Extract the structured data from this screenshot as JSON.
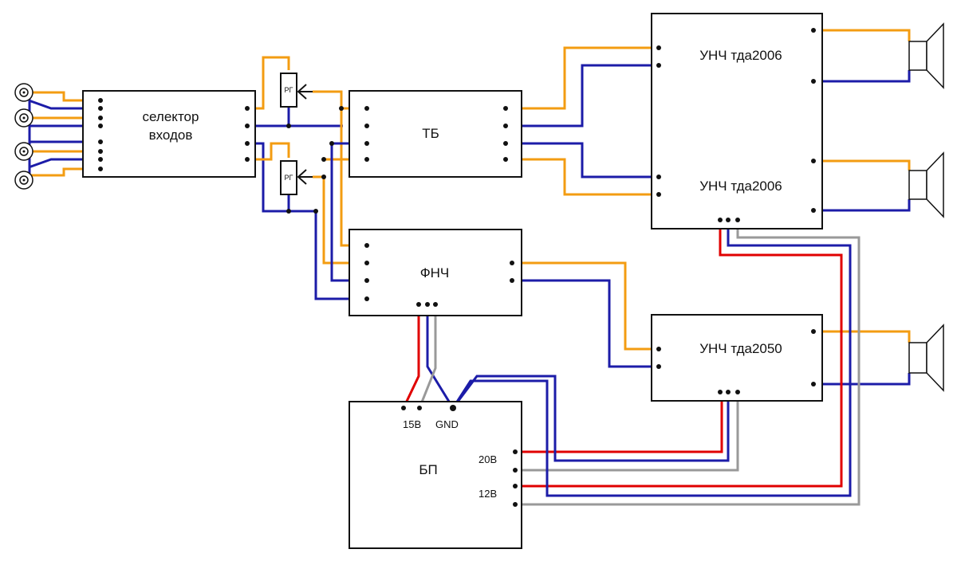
{
  "blocks": {
    "selector": {
      "line1": "селектор",
      "line2": "входов"
    },
    "tone": "ТБ",
    "lpf": "ФНЧ",
    "amp1": "УНЧ тда2006",
    "amp2": "УНЧ тда2006",
    "amp3": "УНЧ тда2050",
    "psu": "БП"
  },
  "pots": {
    "top": "РГ",
    "bottom": "РГ"
  },
  "psu_terminals": {
    "v15": "15В",
    "gnd": "GND",
    "v20": "20В",
    "v12": "12В"
  },
  "colors": {
    "signal_left": "#f39c12",
    "signal_right": "#1c1ca8",
    "power_positive": "#e00000",
    "power_return": "#999999",
    "outline": "#111111"
  },
  "icons": [
    "rca-jack-icon",
    "speaker-icon"
  ]
}
